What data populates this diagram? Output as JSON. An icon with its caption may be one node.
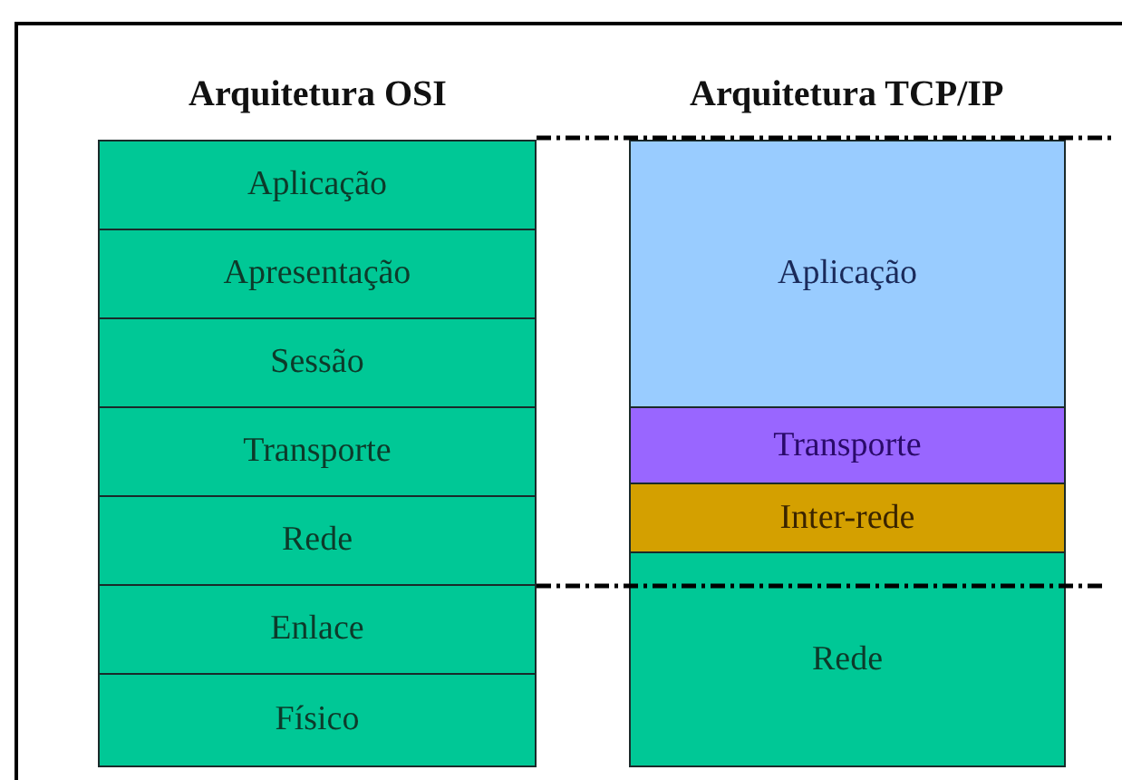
{
  "diagram": {
    "nodes": [
      {
        "text": [
          "Aplicação"
        ]
      },
      {
        "text": [
          "Apresentação"
        ]
      },
      {
        "text": [
          "Sessão"
        ]
      },
      {
        "text": [
          "Transporte"
        ]
      },
      {
        "text": [
          "Rede"
        ]
      },
      {
        "text": [
          "Enlace"
        ]
      },
      {
        "text": [
          "Físico"
        ]
      },
      {
        "text": [
          "Aplicação"
        ]
      },
      {
        "text": [
          "Transporte"
        ]
      },
      {
        "text": [
          "Inter-rede"
        ]
      },
      {
        "text": [
          "Rede"
        ]
      }
    ],
    "edges": [],
    "labels": [
      "Arquitetura OSI",
      "Arquitetura TCP/IP"
    ]
  }
}
